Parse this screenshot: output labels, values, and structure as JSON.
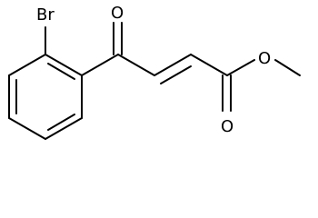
{
  "molecule": {
    "atoms": {
      "br": "Br",
      "o_ketone": "O",
      "o_ester": "O",
      "o_carbonyl": "O"
    }
  }
}
